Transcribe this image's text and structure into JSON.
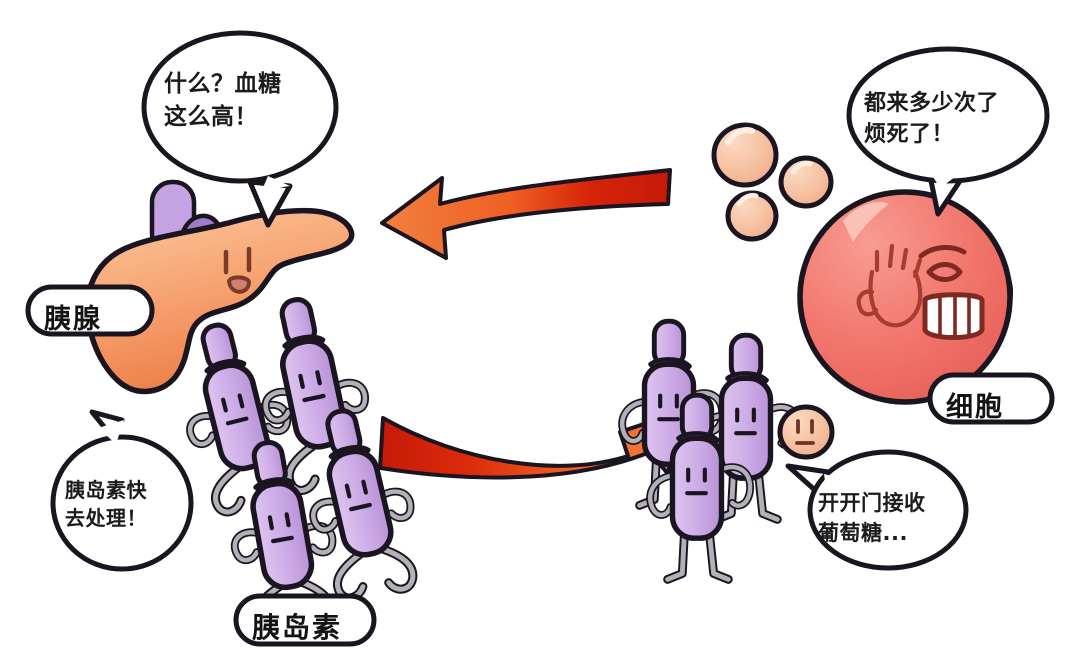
{
  "page": {
    "title": "胰岛素与细胞示意图",
    "background_color": "#ffffff"
  },
  "palette": {
    "outline": "#1a1520",
    "pancreas_light": "#f8b183",
    "pancreas_dark": "#ef7f4a",
    "cell_light": "#f58b80",
    "cell_dark": "#ea6a61",
    "insulin_light": "#d9bdee",
    "insulin_dark": "#bb96d8",
    "limb_gray": "#b3b0b8",
    "glucose_light": "#f9cdb2",
    "glucose_dark": "#f0b191",
    "arrow_red": "#d21d0c",
    "arrow_orange": "#f0662c",
    "bubble_fill": "#ffffff",
    "text": "#1b1b1b"
  },
  "speech_bubbles": [
    {
      "id": "pancreas-bubble",
      "speaker": "胰腺",
      "text": "什么？血糖\n这么高！",
      "position": "top-left"
    },
    {
      "id": "cell-bubble",
      "speaker": "细胞",
      "text": "都来多少次了\n烦死了！",
      "position": "top-right"
    },
    {
      "id": "insulin-order-bubble",
      "speaker": "胰腺",
      "text": "胰岛素快\n去处理！",
      "position": "mid-left"
    },
    {
      "id": "insulin-request-bubble",
      "speaker": "胰岛素",
      "text": "开开门接收\n葡萄糖...",
      "position": "bottom-right"
    }
  ],
  "labels": [
    {
      "id": "pancreas-label",
      "text": "胰腺"
    },
    {
      "id": "cell-label",
      "text": "细胞"
    },
    {
      "id": "insulin-label",
      "text": "胰岛素"
    }
  ],
  "characters": {
    "pancreas": {
      "name": "胰腺",
      "color": "#f8b183",
      "expression": "shocked"
    },
    "cell": {
      "name": "细胞",
      "color": "#ef6f66",
      "expression": "annoyed"
    },
    "insulin": {
      "name": "胰岛素",
      "color": "#cfaee8",
      "count_running": 4,
      "count_standing": 3
    },
    "glucose": {
      "name": "葡萄糖",
      "color": "#f7c3a4",
      "count": 5
    }
  },
  "arrows": [
    {
      "id": "arrow-cell-to-pancreas",
      "direction": "left",
      "from": "细胞",
      "to": "胰腺"
    },
    {
      "id": "arrow-insulin-to-cell",
      "direction": "right",
      "from": "胰岛素",
      "to": "细胞"
    }
  ]
}
